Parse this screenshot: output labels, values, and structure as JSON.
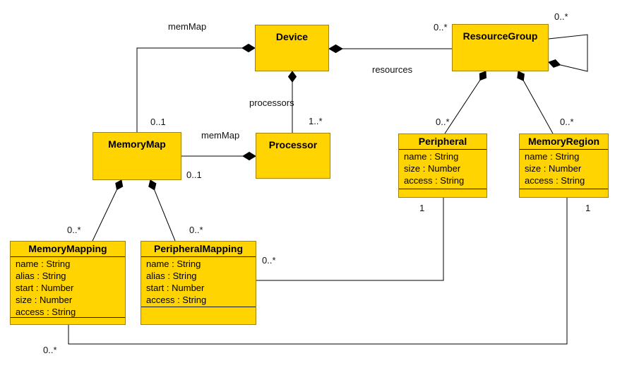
{
  "diagram_type": "uml-class-diagram",
  "colors": {
    "class_fill": "#FFD400",
    "class_border": "#A68100",
    "connector_line": "#000000",
    "background": "#FFFFFF",
    "text": "#000000"
  },
  "classes": {
    "device": {
      "name": "Device"
    },
    "resource_group": {
      "name": "ResourceGroup"
    },
    "memory_map": {
      "name": "MemoryMap"
    },
    "processor": {
      "name": "Processor"
    },
    "peripheral": {
      "name": "Peripheral",
      "attributes": [
        "name : String",
        "size : Number",
        "access : String"
      ]
    },
    "memory_region": {
      "name": "MemoryRegion",
      "attributes": [
        "name : String",
        "size : Number",
        "access : String"
      ]
    },
    "memory_mapping": {
      "name": "MemoryMapping",
      "attributes": [
        "name : String",
        "alias : String",
        "start : Number",
        "size : Number",
        "access : String"
      ]
    },
    "peripheral_mapping": {
      "name": "PeripheralMapping",
      "attributes": [
        "name : String",
        "alias : String",
        "start : Number",
        "access : String"
      ]
    }
  },
  "edge_labels": {
    "memmap_device": "memMap",
    "memmap_device_mult": "0..1",
    "processors": "processors",
    "processors_mult": "1..*",
    "memmap_processor": "memMap",
    "memmap_processor_mult": "0..1",
    "resources": "resources",
    "resources_mult": "0..*",
    "rg_self_mult": "0..*",
    "rg_peripheral_mult": "0..*",
    "rg_memoryregion_mult": "0..*",
    "mm_memorymapping_mult": "0..*",
    "mm_peripheralmapping_mult": "0..*",
    "peripheralmapping_mult": "0..*",
    "peripheral_mult": "1",
    "memoryregion_mult": "1",
    "memorymapping_bottom_mult": "0..*"
  },
  "relationships": [
    {
      "owner": "Device",
      "part": "MemoryMap",
      "type": "composition",
      "role": "memMap",
      "multiplicity": "0..1"
    },
    {
      "owner": "Device",
      "part": "Processor",
      "type": "composition",
      "role": "processors",
      "multiplicity": "1..*"
    },
    {
      "owner": "Processor",
      "part": "MemoryMap",
      "type": "composition",
      "role": "memMap",
      "multiplicity": "0..1"
    },
    {
      "owner": "Device",
      "part": "ResourceGroup",
      "type": "composition",
      "role": "resources",
      "multiplicity": "0..*"
    },
    {
      "owner": "ResourceGroup",
      "part": "ResourceGroup",
      "type": "composition",
      "multiplicity": "0..*"
    },
    {
      "owner": "ResourceGroup",
      "part": "Peripheral",
      "type": "composition",
      "multiplicity": "0..*"
    },
    {
      "owner": "ResourceGroup",
      "part": "MemoryRegion",
      "type": "composition",
      "multiplicity": "0..*"
    },
    {
      "owner": "MemoryMap",
      "part": "MemoryMapping",
      "type": "composition",
      "multiplicity": "0..*"
    },
    {
      "owner": "MemoryMap",
      "part": "PeripheralMapping",
      "type": "composition",
      "multiplicity": "0..*"
    },
    {
      "a": "Peripheral",
      "a_mult": "1",
      "b": "PeripheralMapping",
      "b_mult": "0..*",
      "type": "association"
    },
    {
      "a": "MemoryRegion",
      "a_mult": "1",
      "b": "MemoryMapping",
      "b_mult": "0..*",
      "type": "association"
    }
  ]
}
